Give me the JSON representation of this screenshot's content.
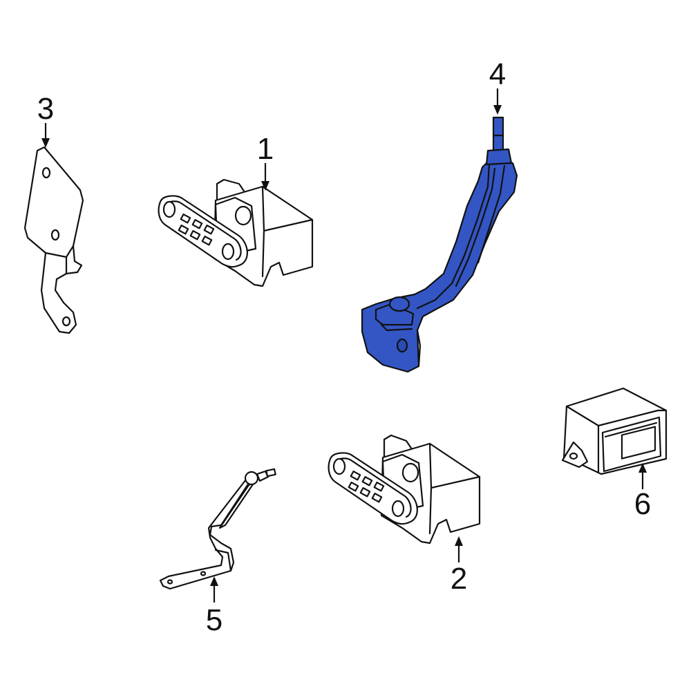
{
  "diagram": {
    "highlight_color": "#3356c4",
    "line_color": "#111111",
    "background": "#ffffff",
    "parts": [
      {
        "callout": "1",
        "icon": "height-sensor-icon",
        "highlighted": false
      },
      {
        "callout": "2",
        "icon": "height-sensor-icon",
        "highlighted": false
      },
      {
        "callout": "3",
        "icon": "mounting-bracket-icon",
        "highlighted": false
      },
      {
        "callout": "4",
        "icon": "sensor-bracket-icon",
        "highlighted": true
      },
      {
        "callout": "5",
        "icon": "sensor-link-icon",
        "highlighted": false
      },
      {
        "callout": "6",
        "icon": "control-module-icon",
        "highlighted": false
      }
    ]
  }
}
